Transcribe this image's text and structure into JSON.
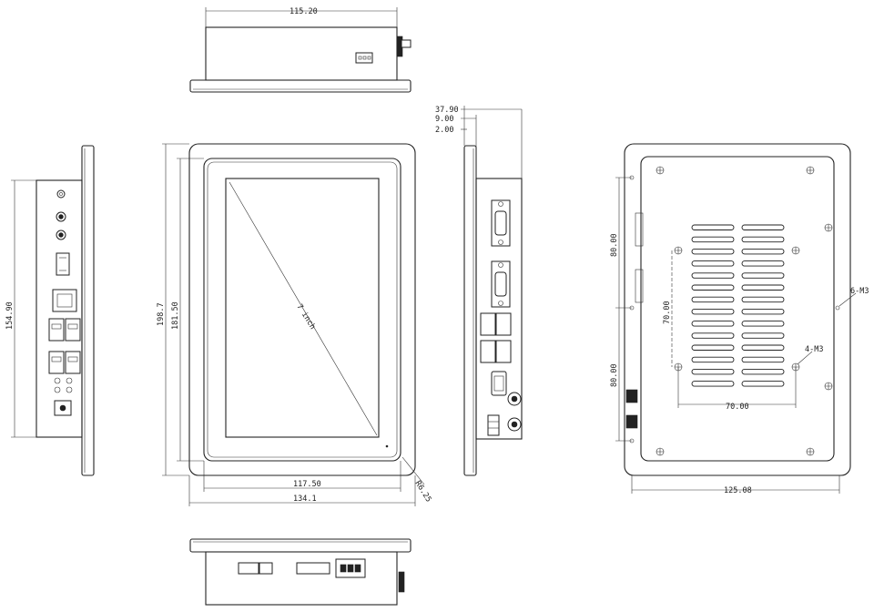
{
  "dimensions": {
    "top_width": "115.20",
    "front_height_outer": "198.7",
    "front_height_inner": "181.50",
    "screen_label": "7 inch",
    "corner_radius": "R6.25",
    "front_width_inner": "117.50",
    "front_width_outer": "134.1",
    "left_height": "154.90",
    "depth_total": "37.90",
    "depth_bezel": "9.00",
    "depth_glass": "2.00",
    "back_spacing_upper": "80.00",
    "back_spacing_lower": "80.00",
    "vesa_vertical": "70.00",
    "vesa_horizontal": "70.00",
    "vesa_holes": "4-M3",
    "mount_holes": "6-M3",
    "back_width": "125.08"
  },
  "colors": {
    "line": "#222222",
    "background": "#ffffff"
  }
}
